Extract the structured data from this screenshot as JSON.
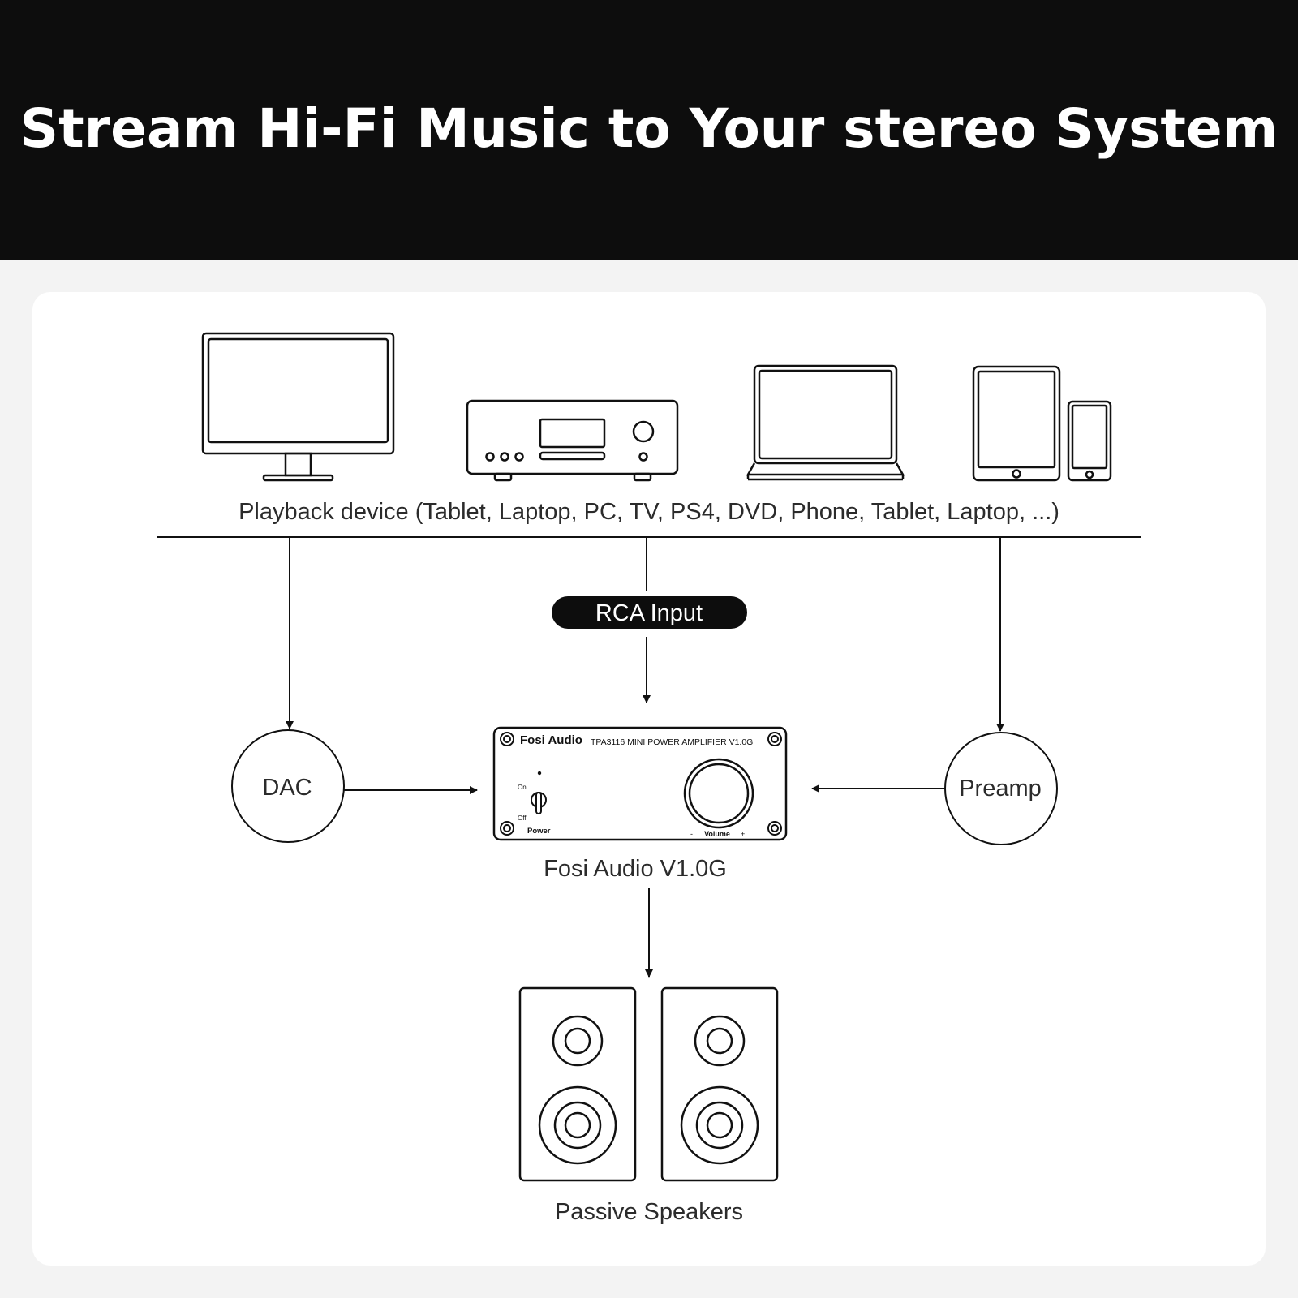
{
  "header": {
    "title": "Stream Hi-Fi Music to Your stereo System"
  },
  "diagram": {
    "playback_label": "Playback device (Tablet, Laptop, PC, TV, PS4, DVD, Phone, Tablet, Laptop, ...)",
    "rca_input_label": "RCA Input",
    "dac_label": "DAC",
    "preamp_label": "Preamp",
    "amplifier": {
      "brand": "Fosi Audio",
      "model_text": "TPA3116 MINI POWER AMPLIFIER V1.0G",
      "on_label": "On",
      "off_label": "Off",
      "power_label": "Power",
      "volume_label": "Volume",
      "minus_label": "-",
      "plus_label": "+",
      "caption": "Fosi Audio V1.0G"
    },
    "speakers_label": "Passive Speakers",
    "devices": [
      "monitor-icon",
      "dvd-player-icon",
      "laptop-icon",
      "tablet-phone-icon"
    ]
  },
  "colors": {
    "header_bg": "#0d0d0d",
    "page_bg": "#f3f3f3",
    "panel_bg": "#ffffff",
    "stroke": "#111111"
  }
}
